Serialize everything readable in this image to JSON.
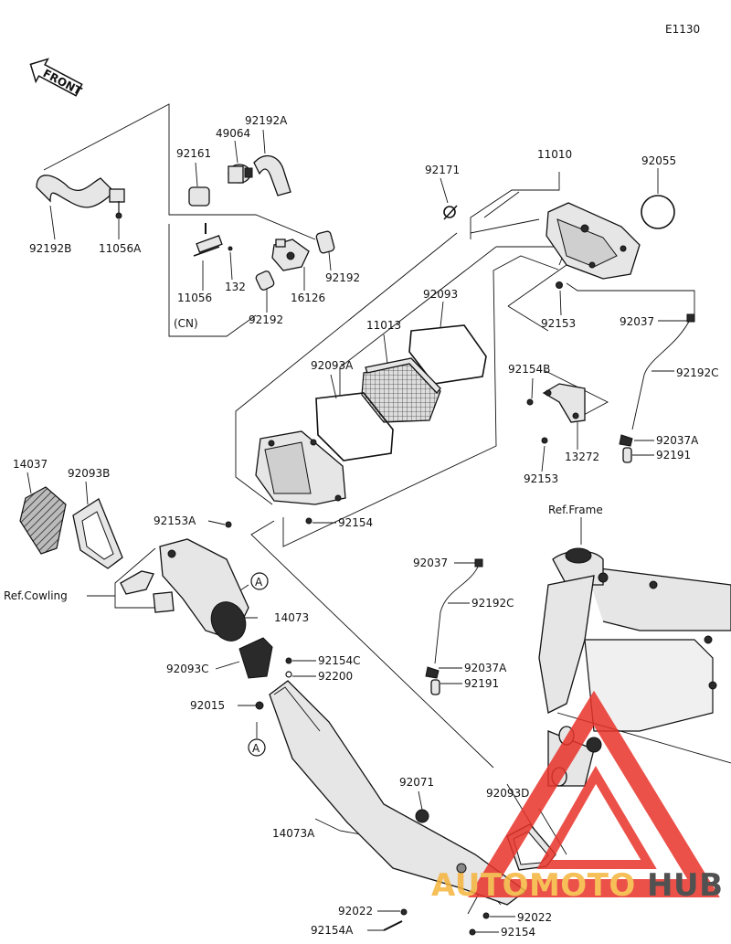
{
  "diagram_code": "E1130",
  "front_label": "FRONT",
  "ref_labels": {
    "frame": "Ref.Frame",
    "cowling": "Ref.Cowling",
    "cn": "(CN)"
  },
  "callout_marker": "A",
  "part_numbers": {
    "p92192B": "92192B",
    "p11056A": "11056A",
    "p92161": "92161",
    "p49064": "49064",
    "p92192A": "92192A",
    "p11056": "11056",
    "p132": "132",
    "p16126": "16126",
    "p92192_a": "92192",
    "p92192_b": "92192",
    "p92171": "92171",
    "p11010": "11010",
    "p92055": "92055",
    "p92153_top": "92153",
    "p92037_top": "92037",
    "p92192C_top": "92192C",
    "p92037A_top": "92037A",
    "p92191_top": "92191",
    "p92093": "92093",
    "p11013": "11013",
    "p92093A": "92093A",
    "p92154B": "92154B",
    "p13272": "13272",
    "p92153_mid": "92153",
    "p92154_mid": "92154",
    "p14037": "14037",
    "p92093B": "92093B",
    "p92153A": "92153A",
    "p14073": "14073",
    "p92093C": "92093C",
    "p92154C": "92154C",
    "p92200": "92200",
    "p92015": "92015",
    "p92037_low": "92037",
    "p92192C_low": "92192C",
    "p92037A_low": "92037A",
    "p92191_low": "92191",
    "p92071": "92071",
    "p92093D": "92093D",
    "p14073A": "14073A",
    "p92022_left": "92022",
    "p92022_right": "92022",
    "p92154A": "92154A",
    "p92154_low": "92154"
  },
  "watermark": {
    "part1": "AUTOMOTO",
    "part2": "HUB",
    "color1": "#f5b43c",
    "color2": "#333333",
    "triangle_color": "#e8332a"
  }
}
